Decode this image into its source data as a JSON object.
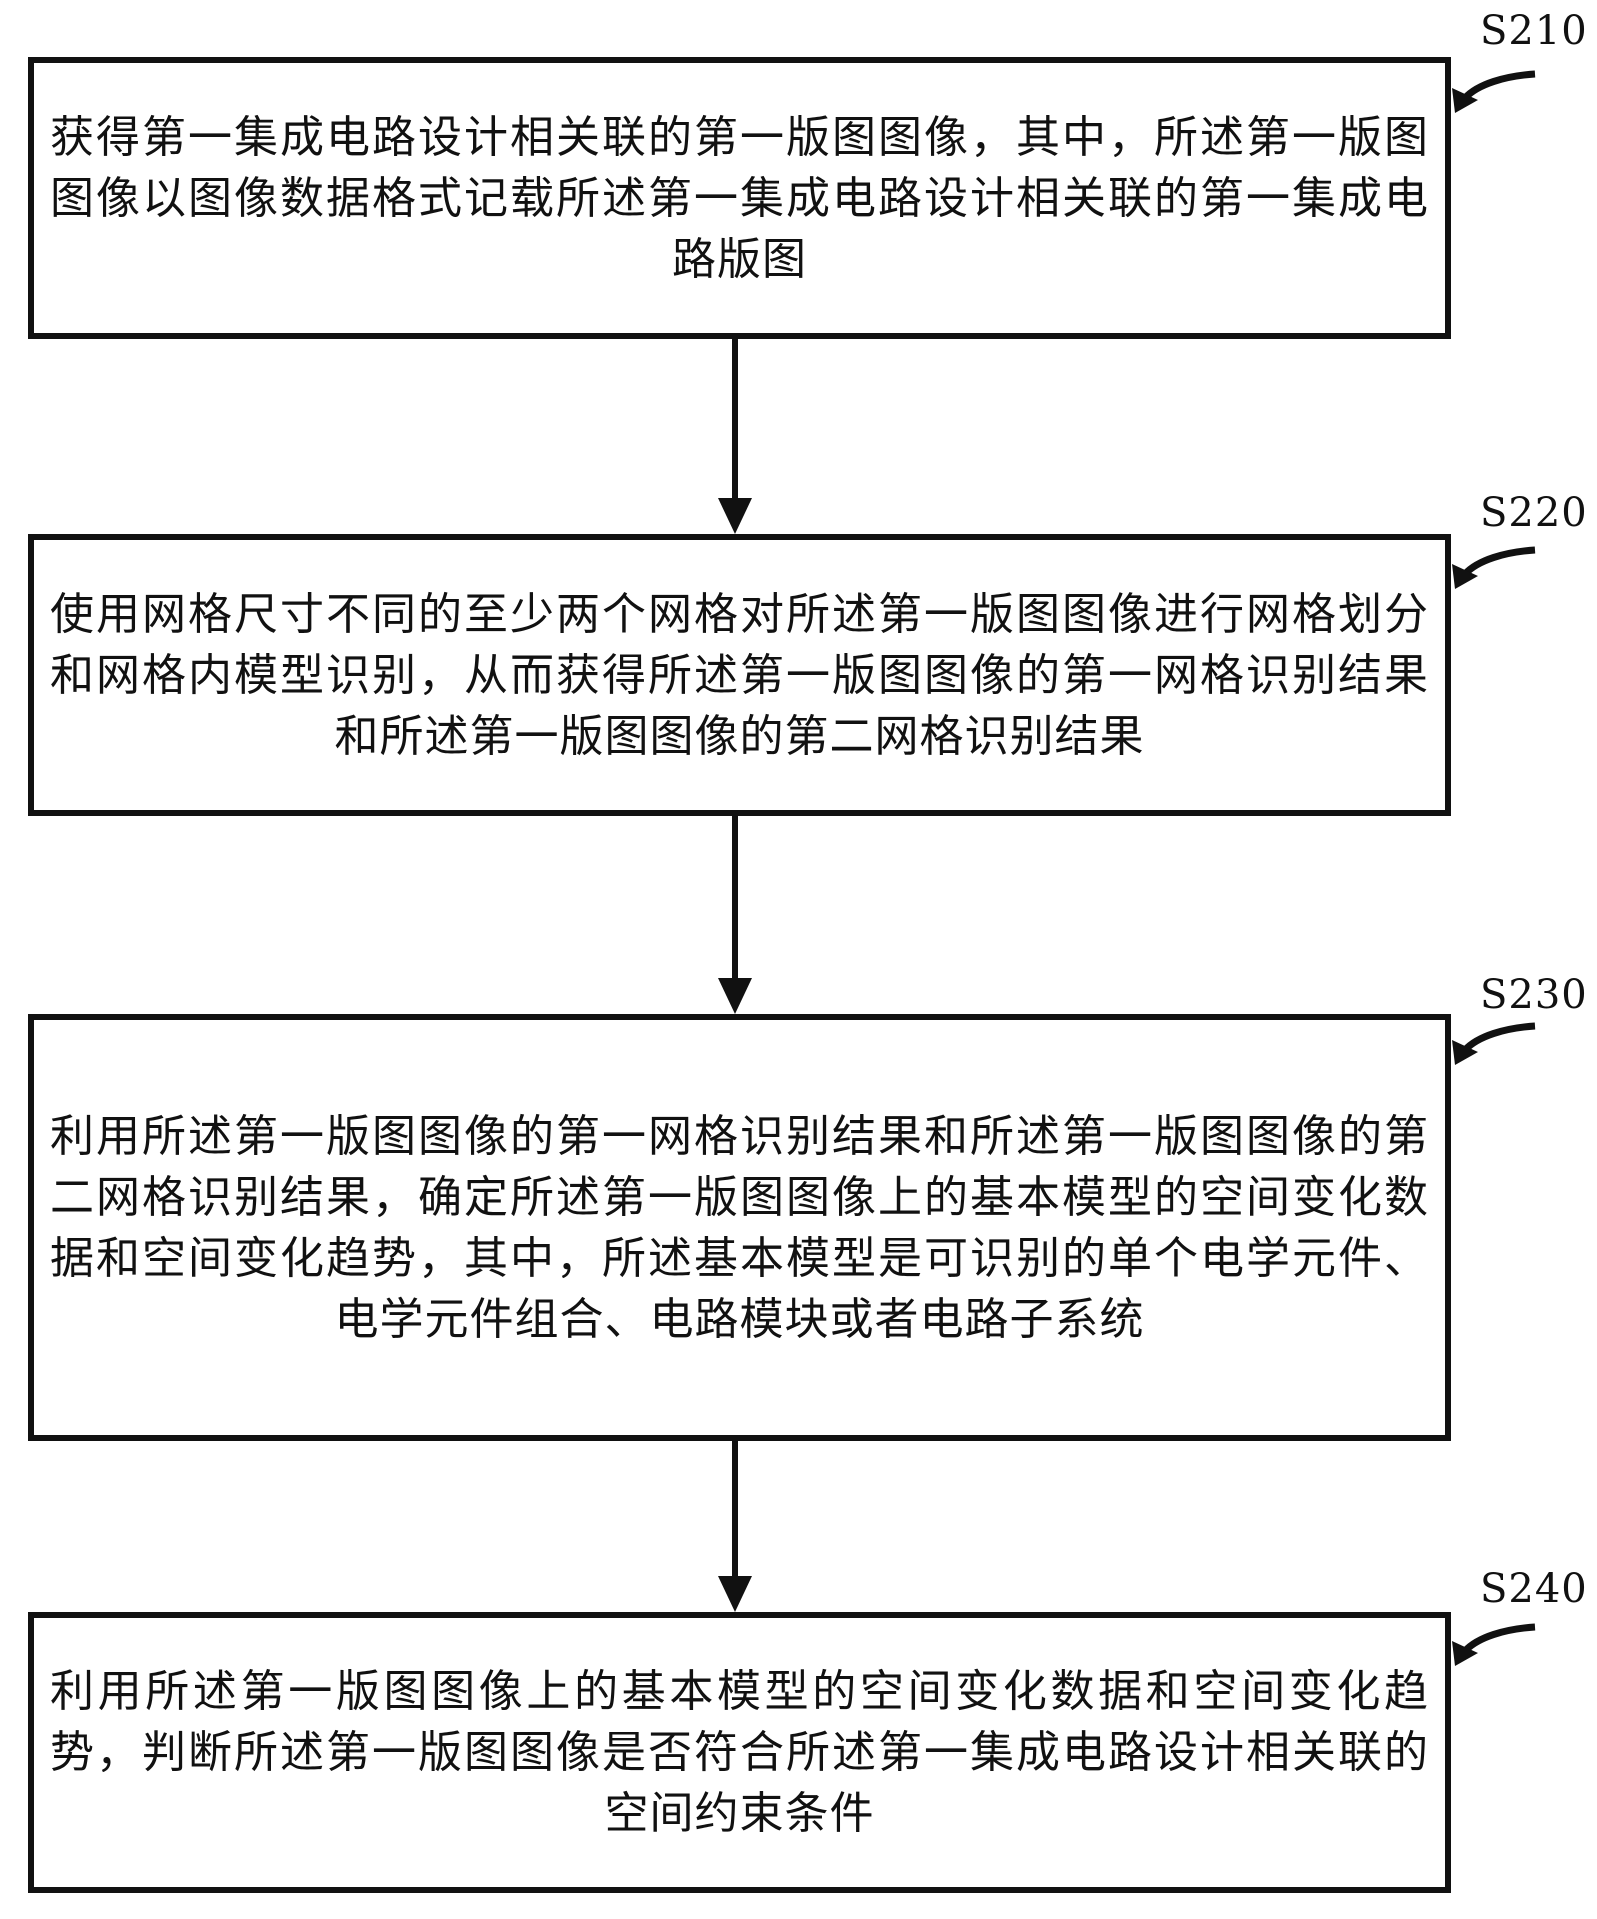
{
  "diagram": {
    "type": "flowchart",
    "steps": [
      {
        "id": "S210",
        "label": "S210",
        "text": "获得第一集成电路设计相关联的第一版图图像，其中，所述第一版图图像以图像数据格式记载所述第一集成电路设计相关联的第一集成电路版图"
      },
      {
        "id": "S220",
        "label": "S220",
        "text": "使用网格尺寸不同的至少两个网格对所述第一版图图像进行网格划分和网格内模型识别，从而获得所述第一版图图像的第一网格识别结果和所述第一版图图像的第二网格识别结果"
      },
      {
        "id": "S230",
        "label": "S230",
        "text": "利用所述第一版图图像的第一网格识别结果和所述第一版图图像的第二网格识别结果，确定所述第一版图图像上的基本模型的空间变化数据和空间变化趋势，其中，所述基本模型是可识别的单个电学元件、电学元件组合、电路模块或者电路子系统"
      },
      {
        "id": "S240",
        "label": "S240",
        "text": "利用所述第一版图图像上的基本模型的空间变化数据和空间变化趋势，判断所述第一版图图像是否符合所述第一集成电路设计相关联的空间约束条件"
      }
    ],
    "connections": [
      {
        "from": "S210",
        "to": "S220"
      },
      {
        "from": "S220",
        "to": "S230"
      },
      {
        "from": "S230",
        "to": "S240"
      }
    ]
  }
}
